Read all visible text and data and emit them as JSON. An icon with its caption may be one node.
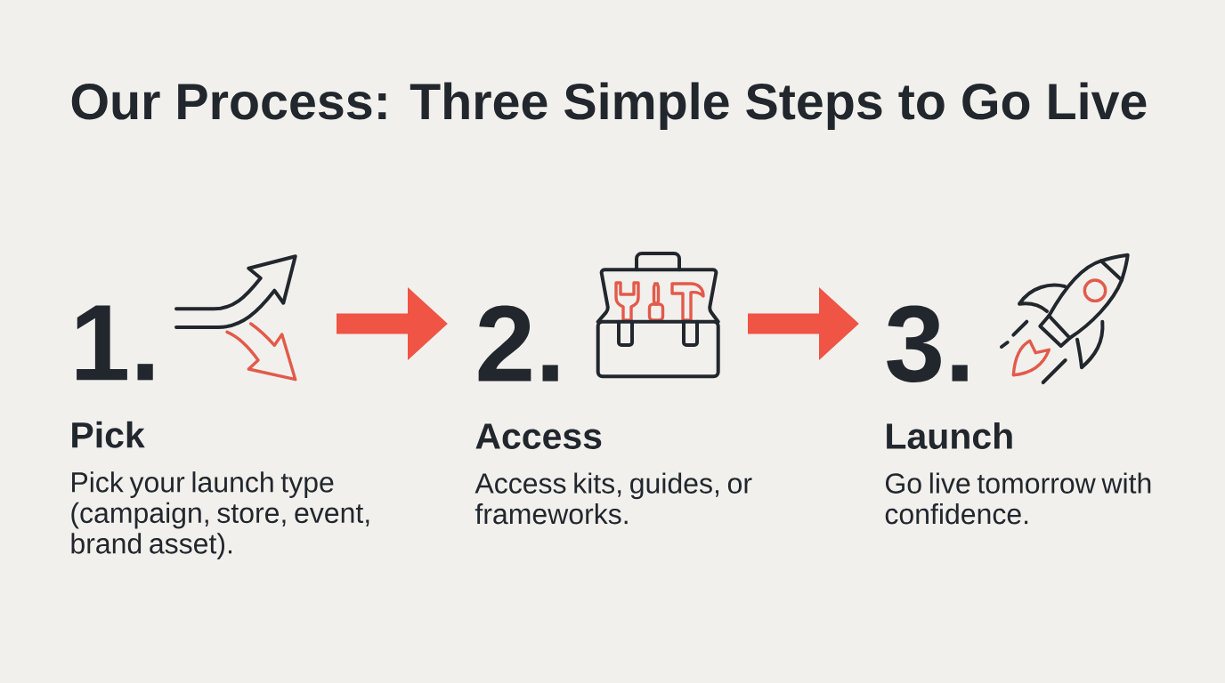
{
  "diagram": {
    "title": "Our Process: Three Simple Steps to Go Live",
    "nodes": [
      {
        "text": [
          "1.",
          "Pick",
          "Pick your launch type (campaign, store, event, brand asset)."
        ]
      },
      {
        "text": [
          "2.",
          "Access",
          "Access kits, guides, or frameworks."
        ]
      },
      {
        "text": [
          "3.",
          "Launch",
          "Go live tomorrow with confidence."
        ]
      }
    ],
    "edges": [
      {
        "from": 0,
        "to": 1,
        "arrow": "to"
      },
      {
        "from": 1,
        "to": 2,
        "arrow": "to"
      }
    ]
  }
}
